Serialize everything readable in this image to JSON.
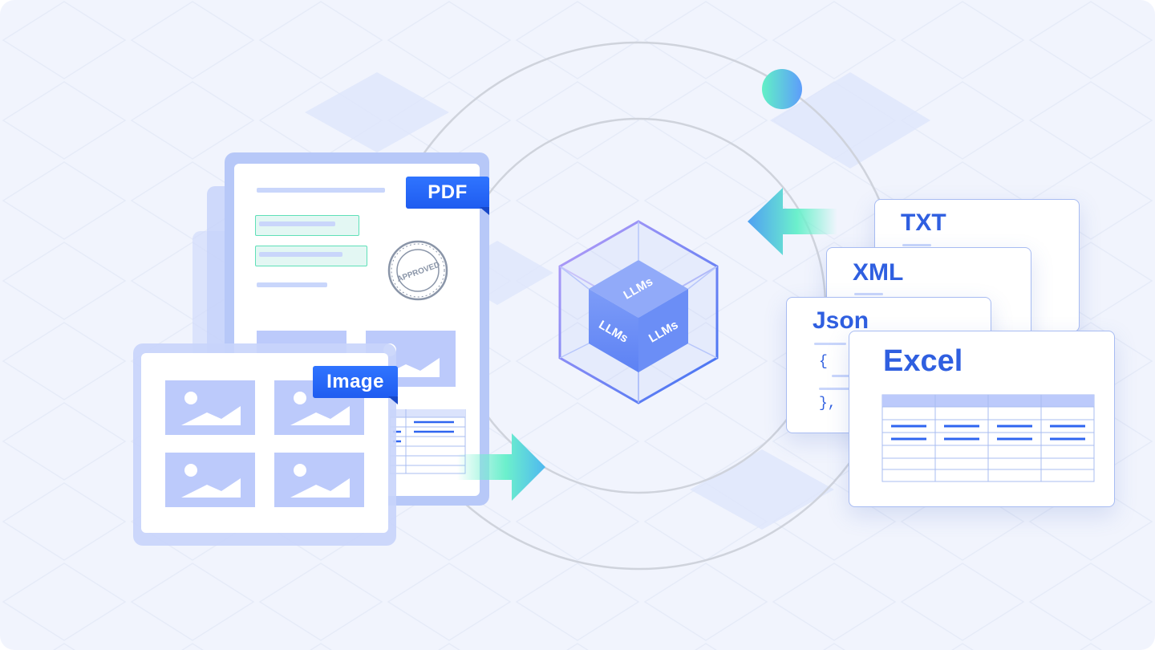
{
  "labels": {
    "pdf_tag": "PDF",
    "image_tag": "Image",
    "cube_face_top": "LLMs",
    "cube_face_left": "LLMs",
    "cube_face_right": "LLMs",
    "txt": "TXT",
    "xml": "XML",
    "json": "Json",
    "json_open_brace": "{",
    "json_close_brace": "},",
    "excel": "Excel"
  },
  "colors": {
    "background": "#f1f4fd",
    "brand_blue": "#2f65f0",
    "accent_teal": "#5ee8c8",
    "card_tint": "#bccafb",
    "orbit": "#cfd4df"
  },
  "icons": {
    "stamp": "approved-stamp-icon",
    "image_placeholder": "image-icon",
    "cube": "llm-cube-icon",
    "arrow_in": "arrow-right-icon",
    "arrow_out": "arrow-left-icon"
  }
}
